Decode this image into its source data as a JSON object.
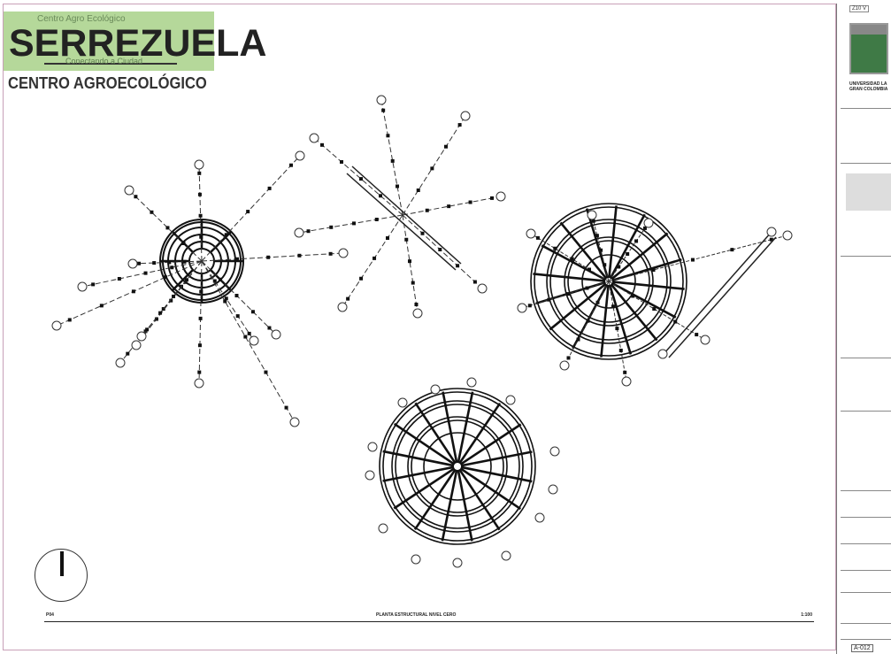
{
  "brand": {
    "tagline_top": "Centro Agro Ecológico",
    "name": "SERREZUELA",
    "tagline_bottom": "Conectando a Ciudad"
  },
  "project_title": "CENTRO AGROECOLÓGICO",
  "drawing_title": {
    "left": "P04",
    "center": "PLANTA ESTRUCTURAL NIVEL CERO",
    "right": "1:100"
  },
  "title_block": {
    "code": "Z10 V",
    "university": "UNIVERSIDAD LA GRAN COLOMBIA",
    "sheet_number": "A-012"
  },
  "colors": {
    "logo_bg": "#b5d89a",
    "line": "#222222",
    "frame": "#c8a0b8"
  }
}
